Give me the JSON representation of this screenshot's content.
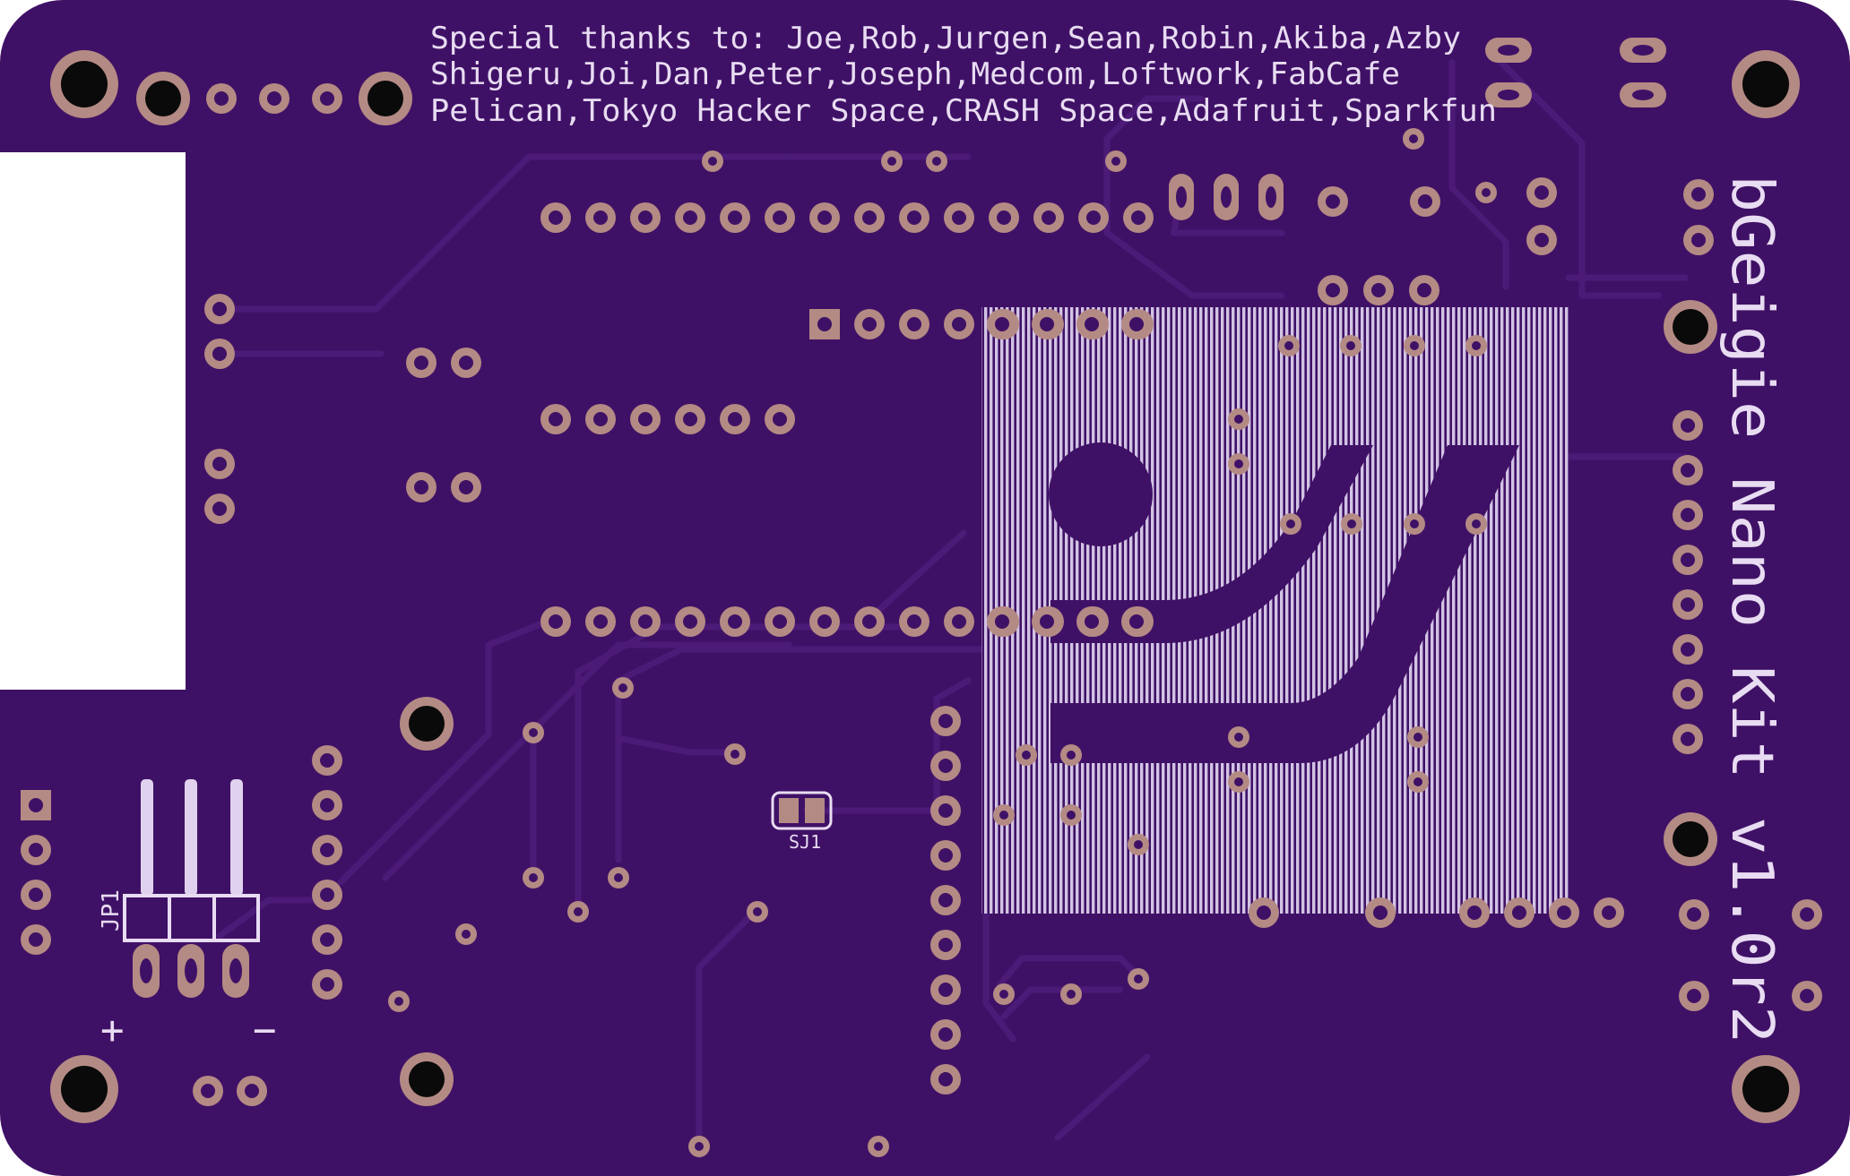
{
  "board": {
    "board_color": "#3f1166",
    "trace_color": "#4c1b78",
    "pad_color": "#b48a84",
    "silk_color": "#e8dcf2",
    "hatch_color": "#d2c3e4"
  },
  "silkscreen": {
    "thanks_line_1": "Special thanks to: Joe,Rob,Jurgen,Sean,Robin,Akiba,Azby",
    "thanks_line_2": "Shigeru,Joi,Dan,Peter,Joseph,Medcom,Loftwork,FabCafe",
    "thanks_line_3": "Pelican,Tokyo Hacker Space,CRASH Space,Adafruit,Sparkfun",
    "product_title": "bGeigie Nano Kit v1.0r2",
    "jumper_label": "SJ1",
    "header_label": "JP1",
    "plus_label": "+",
    "minus_label": "−"
  }
}
